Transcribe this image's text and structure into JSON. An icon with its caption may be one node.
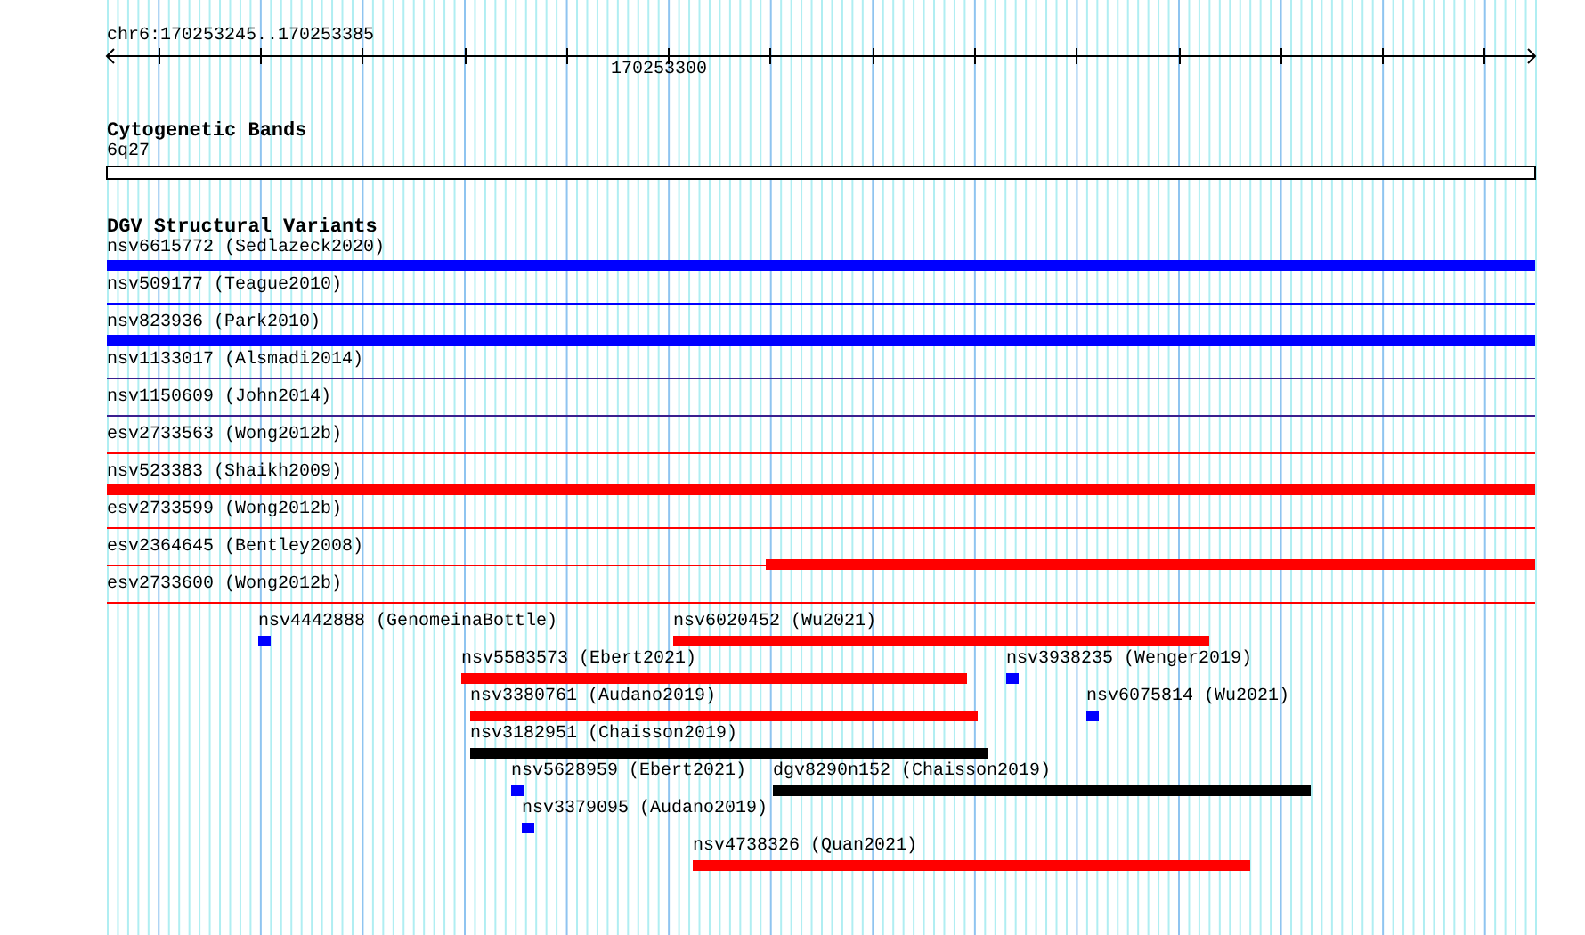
{
  "diagram": {
    "nodes": [
      {
        "text": [
          "nsv6615772 (Sedlazeck2020)"
        ]
      },
      {
        "text": [
          "nsv509177 (Teague2010)"
        ]
      },
      {
        "text": [
          "nsv823936 (Park2010)"
        ]
      },
      {
        "text": [
          "nsv1133017 (Alsmadi2014)"
        ]
      },
      {
        "text": [
          "nsv1150609 (John2014)"
        ]
      },
      {
        "text": [
          "esv2733563 (Wong2012b)"
        ]
      },
      {
        "text": [
          "nsv523383 (Shaikh2009)"
        ]
      },
      {
        "text": [
          "esv2733599 (Wong2012b)"
        ]
      },
      {
        "text": [
          "esv2364645 (Bentley2008)"
        ]
      },
      {
        "text": [
          "esv2733600 (Wong2012b)"
        ]
      },
      {
        "text": [
          "nsv4442888 (GenomeinaBottle)"
        ]
      },
      {
        "text": [
          "nsv6020452 (Wu2021)"
        ]
      },
      {
        "text": [
          "nsv5583573 (Ebert2021)"
        ]
      },
      {
        "text": [
          "nsv3938235 (Wenger2019)"
        ]
      },
      {
        "text": [
          "nsv3380761 (Audano2019)"
        ]
      },
      {
        "text": [
          "nsv6075814 (Wu2021)"
        ]
      },
      {
        "text": [
          "nsv3182951 (Chaisson2019)"
        ]
      },
      {
        "text": [
          "nsv5628959 (Ebert2021)"
        ]
      },
      {
        "text": [
          "dgv8290n152 (Chaisson2019)"
        ]
      },
      {
        "text": [
          "nsv3379095 (Audano2019)"
        ]
      },
      {
        "text": [
          "nsv4738326 (Quan2021)"
        ]
      }
    ],
    "labels": [
      "chr6:170253245..170253385",
      "170253300",
      "Cytogenetic Bands",
      "6q27",
      "DGV Structural Variants"
    ]
  }
}
